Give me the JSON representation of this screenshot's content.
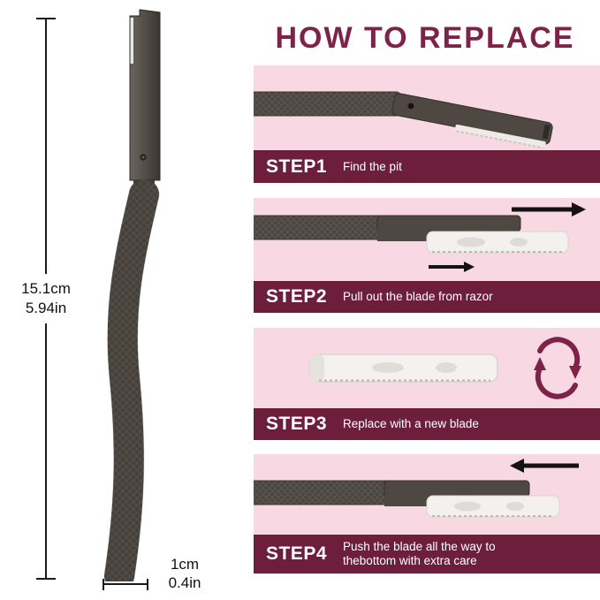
{
  "title": "HOW TO REPLACE",
  "dimensions": {
    "height_cm": "15.1cm",
    "height_in": "5.94in",
    "width_cm": "1cm",
    "width_in": "0.4in"
  },
  "steps": [
    {
      "label": "STEP1",
      "text": "Find the pit"
    },
    {
      "label": "STEP2",
      "text": "Pull out the blade from razor"
    },
    {
      "label": "STEP3",
      "text": "Replace with a new blade"
    },
    {
      "label": "STEP4",
      "text": "Push the blade all the way to thebottom with extra care"
    }
  ],
  "icons": {
    "step2_arrow": "arrow-right-icon",
    "step3_arrows": "rotate-arrows-icon",
    "step4_arrow": "arrow-left-icon"
  },
  "colors": {
    "title_maroon": "#7d2248",
    "banner_maroon": "#6c1e3b",
    "panel_pink": "#f8d8e2",
    "razor_body": "#4b4540",
    "blade_white": "#f3f0ed"
  }
}
